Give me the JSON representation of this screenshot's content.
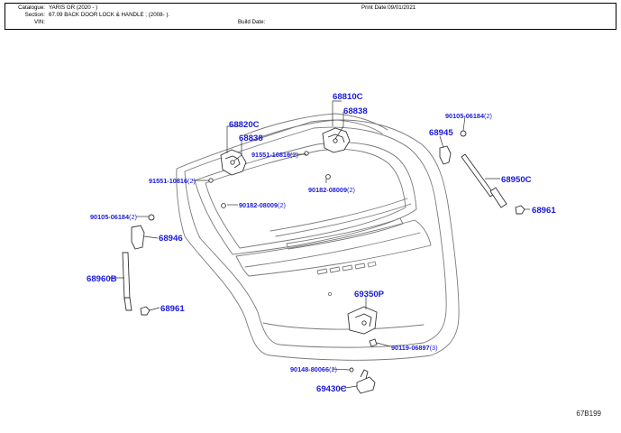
{
  "header": {
    "catalogue_label": "Catalogue:",
    "catalogue_value": "YARIS GR (2020 - )",
    "section_label": "Section:",
    "section_value": "67.09 BACK DOOR LOCK & HANDLE ; (2008-    ).",
    "vin_label": "VIN:",
    "vin_value": "",
    "print_date_label": "Print Date:",
    "print_date_value": "09/01/2021",
    "build_date_label": "Build Date:",
    "build_date_value": ""
  },
  "labels": {
    "p68810C": "68810C",
    "p68838_top": "68838",
    "p68820C": "68820C",
    "p68838_left": "68838",
    "p91551_10816_a": "91551-10816",
    "p91551_10816_a_qty": "(2)",
    "p91551_10816_b": "91551-10816",
    "p91551_10816_b_qty": "(2)",
    "p90182_08009_a": "90182-08009",
    "p90182_08009_a_qty": "(2)",
    "p90182_08009_b": "90182-08009",
    "p90182_08009_b_qty": "(2)",
    "p90105_06184_right": "90105-06184",
    "p90105_06184_right_qty": "(2)",
    "p68945": "68945",
    "p68950C": "68950C",
    "p68961_right": "68961",
    "p90105_06184_left": "90105-06184",
    "p90105_06184_left_qty": "(2)",
    "p68946": "68946",
    "p68960B": "68960B",
    "p68961_left": "68961",
    "p69350P": "69350P",
    "p90119_06897": "90119-06897",
    "p90119_06897_qty": "(3)",
    "p90148_80066": "90148-80066",
    "p90148_80066_qty": "(2)",
    "p69430C": "69430C"
  },
  "figure_number": "67B199",
  "colors": {
    "label_blue": "#1a1adb",
    "line_gray": "#7a7a7a",
    "part_dark": "#333333"
  }
}
